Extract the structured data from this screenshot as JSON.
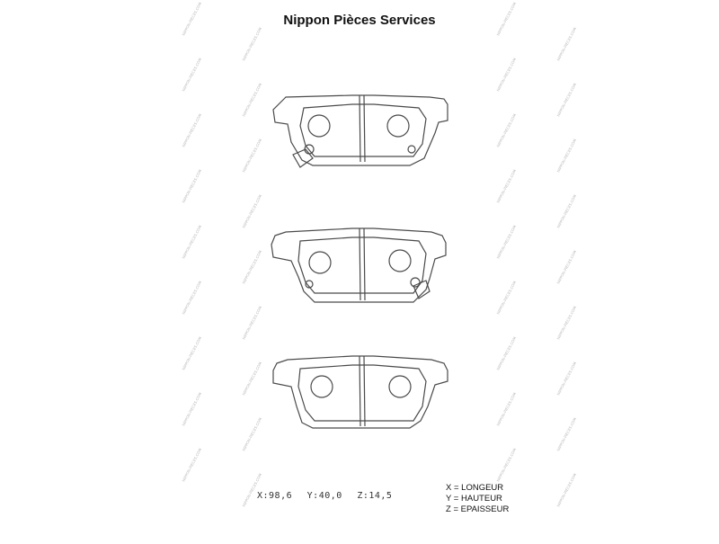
{
  "header": {
    "title": "Nippon Pièces Services"
  },
  "watermark": {
    "text": "NIPPON-PIECES.COM",
    "color": "#b8b8b8"
  },
  "dimensions": {
    "x": "X:98,6",
    "y": "Y:40,0",
    "z": "Z:14,5"
  },
  "legend": {
    "x": "X = LONGEUR",
    "y": "Y = HAUTEUR",
    "z": "Z = EPAISSEUR"
  },
  "colors": {
    "line": "#4a4a4a",
    "text": "#111111"
  }
}
